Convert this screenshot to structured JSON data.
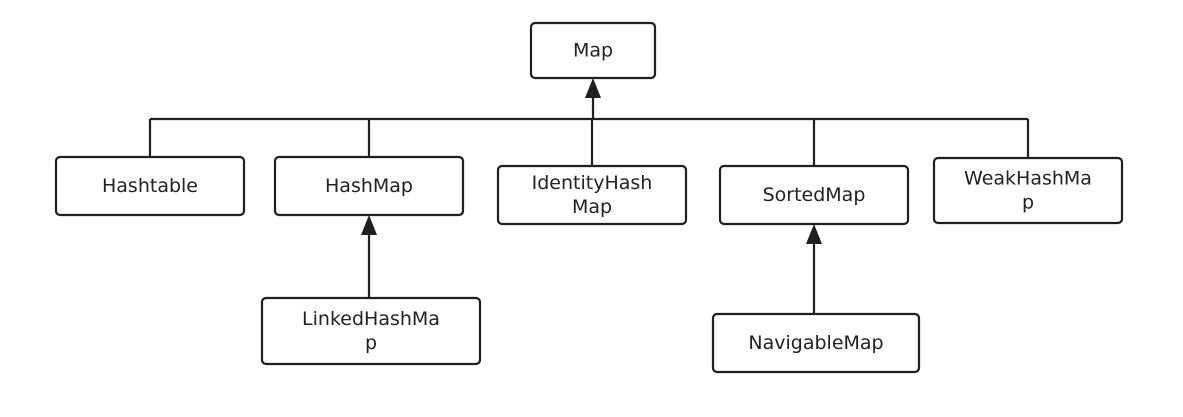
{
  "diagram": {
    "nodes": {
      "map": {
        "lines": [
          "Map"
        ]
      },
      "hashtable": {
        "lines": [
          "Hashtable"
        ]
      },
      "hashmap": {
        "lines": [
          "HashMap"
        ]
      },
      "identityhashmap": {
        "lines": [
          "IdentityHash",
          "Map"
        ]
      },
      "sortedmap": {
        "lines": [
          "SortedMap"
        ]
      },
      "weakhashmap": {
        "lines": [
          "WeakHashMa",
          "p"
        ]
      },
      "linkedhashmap": {
        "lines": [
          "LinkedHashMa",
          "p"
        ]
      },
      "navigablemap": {
        "lines": [
          "NavigableMap"
        ]
      }
    },
    "edges": [
      {
        "from": "hashtable",
        "to": "map"
      },
      {
        "from": "hashmap",
        "to": "map"
      },
      {
        "from": "identityhashmap",
        "to": "map"
      },
      {
        "from": "sortedmap",
        "to": "map"
      },
      {
        "from": "weakhashmap",
        "to": "map"
      },
      {
        "from": "linkedhashmap",
        "to": "hashmap"
      },
      {
        "from": "navigablemap",
        "to": "sortedmap"
      }
    ]
  }
}
